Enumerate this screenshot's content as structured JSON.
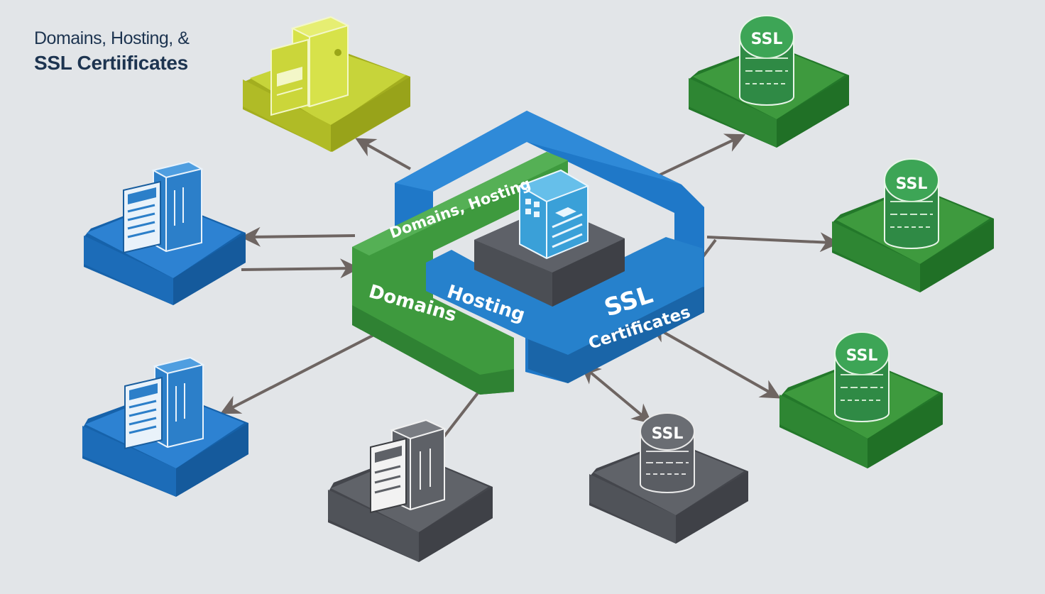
{
  "title": {
    "line1": "Domains, Hosting, &",
    "line2": "SSL Certiificates"
  },
  "center": {
    "top_label": "Domains, Hosting",
    "domains_label": "Domains",
    "hosting_label": "Hosting",
    "ssl_label": "SSL",
    "certificates_label": "Certificates"
  },
  "ssl_badge": "SSL",
  "colors": {
    "background": "#e2e5e8",
    "blue": "#1f78c8",
    "green": "#3e9a3e",
    "lime": "#c7d43a",
    "dark": "#55585e",
    "arrow": "#6e6562",
    "title": "#1d3450"
  },
  "icons": {
    "server": "server-rack-icon",
    "database": "ssl-database-icon",
    "document": "document-icon"
  }
}
